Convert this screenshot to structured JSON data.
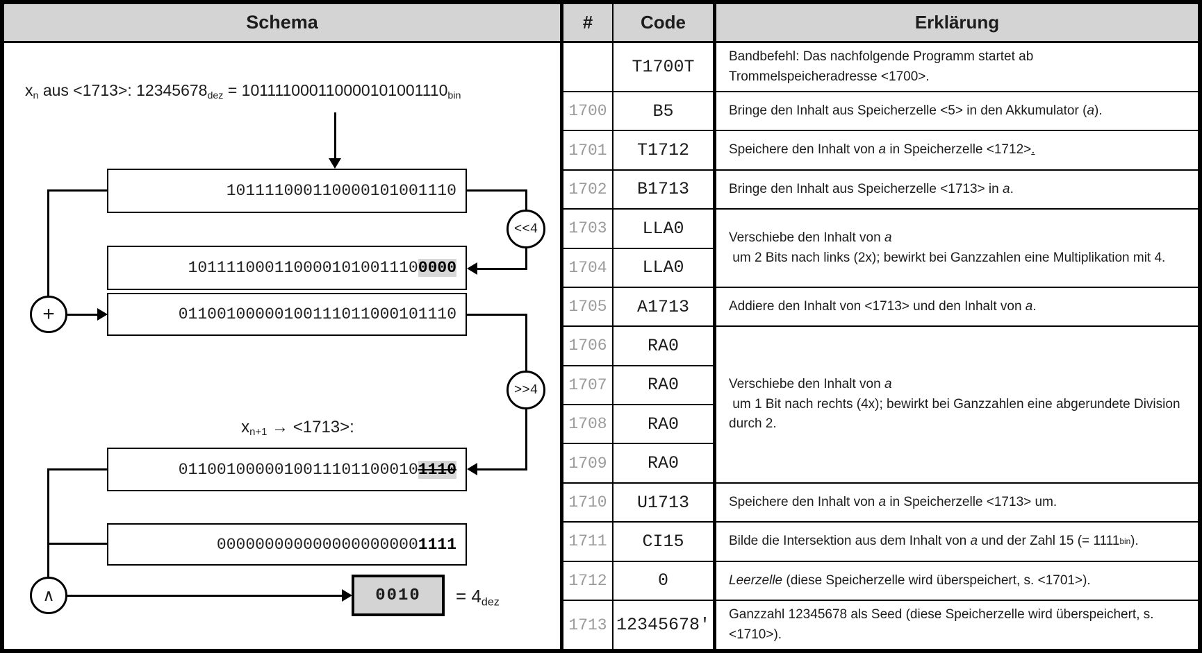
{
  "colors": {
    "header_bg": "#d4d4d4",
    "highlight_bg": "#d6d6d6",
    "border": "#000000",
    "num_gray": "#9b9b9b"
  },
  "header": {
    "schema": "Schema",
    "num": "#",
    "code": "Code",
    "explanation": "Erklärung"
  },
  "schema": {
    "formula": {
      "var": "x",
      "var_sub": "n",
      "mid": " aus <1713>: 12345678",
      "sub_dez": "dez",
      "eq": " = 101111000110000101001110",
      "sub_bin": "bin"
    },
    "ops": {
      "shift_left": "<<4",
      "shift_right": ">>4",
      "add": "+",
      "and": "∧"
    },
    "boxes": {
      "b1": {
        "value": "101111000110000101001110"
      },
      "b2": {
        "prefix": "101111000110000101001110",
        "highlight": "0000"
      },
      "b3": {
        "value": "01100100000100111011000101110"
      },
      "b4": {
        "prefix": "0110010000010011101100010",
        "highlight": "1110"
      },
      "b5": {
        "prefix": "000000000000000000000",
        "bold": "1111"
      },
      "result": {
        "value": "0010"
      }
    },
    "label_next": {
      "var": "x",
      "var_sub": "n+1",
      "rest": " → <1713>:"
    },
    "result_eq": {
      "text": "= 4",
      "sub": "dez"
    }
  },
  "table": {
    "rows": [
      {
        "num": "",
        "code": "T1700T",
        "explSpan": 1,
        "expl": [
          [
            "Bandbefehl: Das nachfolgende Programm startet ab Trommelspeicheradresse <1700>."
          ]
        ]
      },
      {
        "num": "1700",
        "code": "B5",
        "explSpan": 1,
        "expl": [
          [
            "Bringe den Inhalt aus Speicherzelle <5> in den Akkumulator ("
          ],
          [
            "a",
            "i"
          ],
          [
            ")."
          ]
        ]
      },
      {
        "num": "1701",
        "code": "T1712",
        "explSpan": 1,
        "expl": [
          [
            "Speichere den Inhalt von "
          ],
          [
            "a",
            "i"
          ],
          [
            " in Speicherzelle <1712>"
          ],
          [
            ".",
            "u"
          ]
        ]
      },
      {
        "num": "1702",
        "code": "B1713",
        "explSpan": 1,
        "expl": [
          [
            "Bringe den Inhalt aus Speicherzelle <1713> in "
          ],
          [
            "a",
            "i"
          ],
          [
            "."
          ]
        ]
      },
      {
        "num": "1703",
        "code": "LLA0",
        "explSpan": 2,
        "expl": [
          [
            "Verschiebe den Inhalt von "
          ],
          [
            "a",
            "i"
          ],
          [
            " um 2 Bits nach links (2x); bewirkt bei Ganzzahlen eine Multiplikation mit 4."
          ]
        ]
      },
      {
        "num": "1704",
        "code": "LLA0",
        "explSpan": 0
      },
      {
        "num": "1705",
        "code": "A1713",
        "explSpan": 1,
        "expl": [
          [
            "Addiere den Inhalt von <1713> und den Inhalt von "
          ],
          [
            "a",
            "i"
          ],
          [
            "."
          ]
        ]
      },
      {
        "num": "1706",
        "code": "RA0",
        "explSpan": 4,
        "expl": [
          [
            "Verschiebe den Inhalt von "
          ],
          [
            "a",
            "i"
          ],
          [
            " um 1 Bit nach rechts (4x); bewirkt bei Ganzzahlen eine abgerundete Division durch 2."
          ]
        ]
      },
      {
        "num": "1707",
        "code": "RA0",
        "explSpan": 0
      },
      {
        "num": "1708",
        "code": "RA0",
        "explSpan": 0
      },
      {
        "num": "1709",
        "code": "RA0",
        "explSpan": 0
      },
      {
        "num": "1710",
        "code": "U1713",
        "explSpan": 1,
        "expl": [
          [
            "Speichere den Inhalt von "
          ],
          [
            "a",
            "i"
          ],
          [
            " in Speicherzelle <1713> um."
          ]
        ]
      },
      {
        "num": "1711",
        "code": "CI15",
        "explSpan": 1,
        "expl": [
          [
            "Bilde die Intersektion aus dem Inhalt von "
          ],
          [
            "a",
            "i"
          ],
          [
            " und der Zahl 15 (= 1111"
          ],
          [
            "bin",
            "sub"
          ],
          [
            ")."
          ]
        ]
      },
      {
        "num": "1712",
        "code": "0",
        "explSpan": 1,
        "expl": [
          [
            "Leerzelle",
            "i"
          ],
          [
            " (diese Speicherzelle wird überspeichert, s. <1701>)."
          ]
        ]
      },
      {
        "num": "1713",
        "code": "12345678'",
        "explSpan": 1,
        "expl": [
          [
            "Ganzzahl 12345678 als Seed (diese Speicherzelle wird überspeichert, s. <1710>)."
          ]
        ]
      }
    ]
  }
}
